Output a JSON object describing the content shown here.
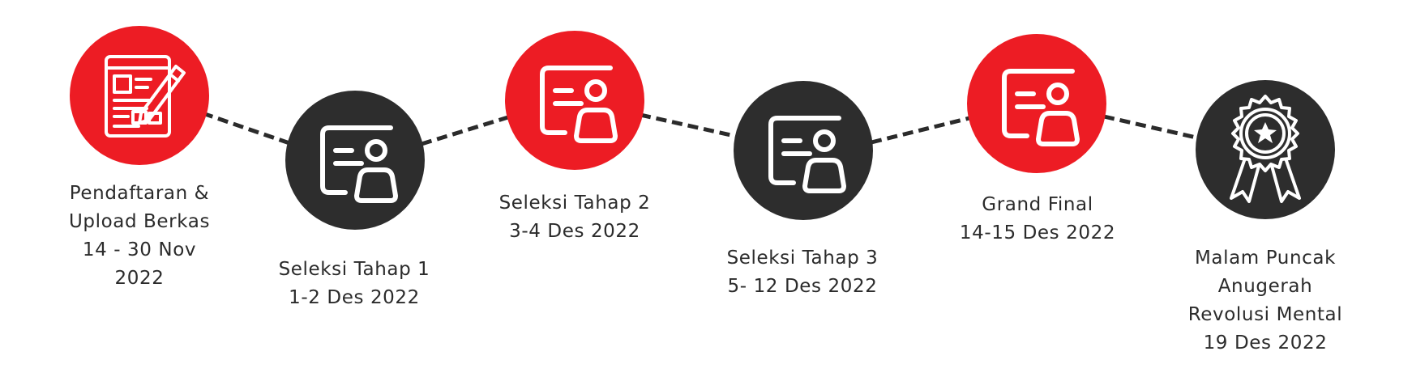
{
  "steps": [
    {
      "id": "pendaftaran",
      "color": "red",
      "icon": "form-pencil-icon",
      "lines": [
        "Pendaftaran &",
        "Upload Berkas",
        "14 - 30 Nov",
        "2022"
      ]
    },
    {
      "id": "seleksi-1",
      "color": "dark",
      "icon": "id-card-icon",
      "lines": [
        "Seleksi Tahap 1",
        "1-2 Des 2022"
      ]
    },
    {
      "id": "seleksi-2",
      "color": "red",
      "icon": "id-card-icon",
      "lines": [
        "Seleksi Tahap 2",
        "3-4 Des 2022"
      ]
    },
    {
      "id": "seleksi-3",
      "color": "dark",
      "icon": "id-card-icon",
      "lines": [
        "Seleksi Tahap 3",
        "5- 12 Des 2022"
      ]
    },
    {
      "id": "grand-final",
      "color": "red",
      "icon": "id-card-icon",
      "lines": [
        "Grand Final",
        "14-15 Des 2022"
      ]
    },
    {
      "id": "malam-puncak",
      "color": "dark",
      "icon": "award-ribbon-icon",
      "lines": [
        "Malam Puncak",
        "Anugerah",
        "Revolusi Mental",
        "19 Des 2022"
      ]
    }
  ],
  "colors": {
    "red": "#ed1c24",
    "dark": "#2d2d2d",
    "text": "#2b2b2b",
    "icon_stroke": "#ffffff"
  }
}
